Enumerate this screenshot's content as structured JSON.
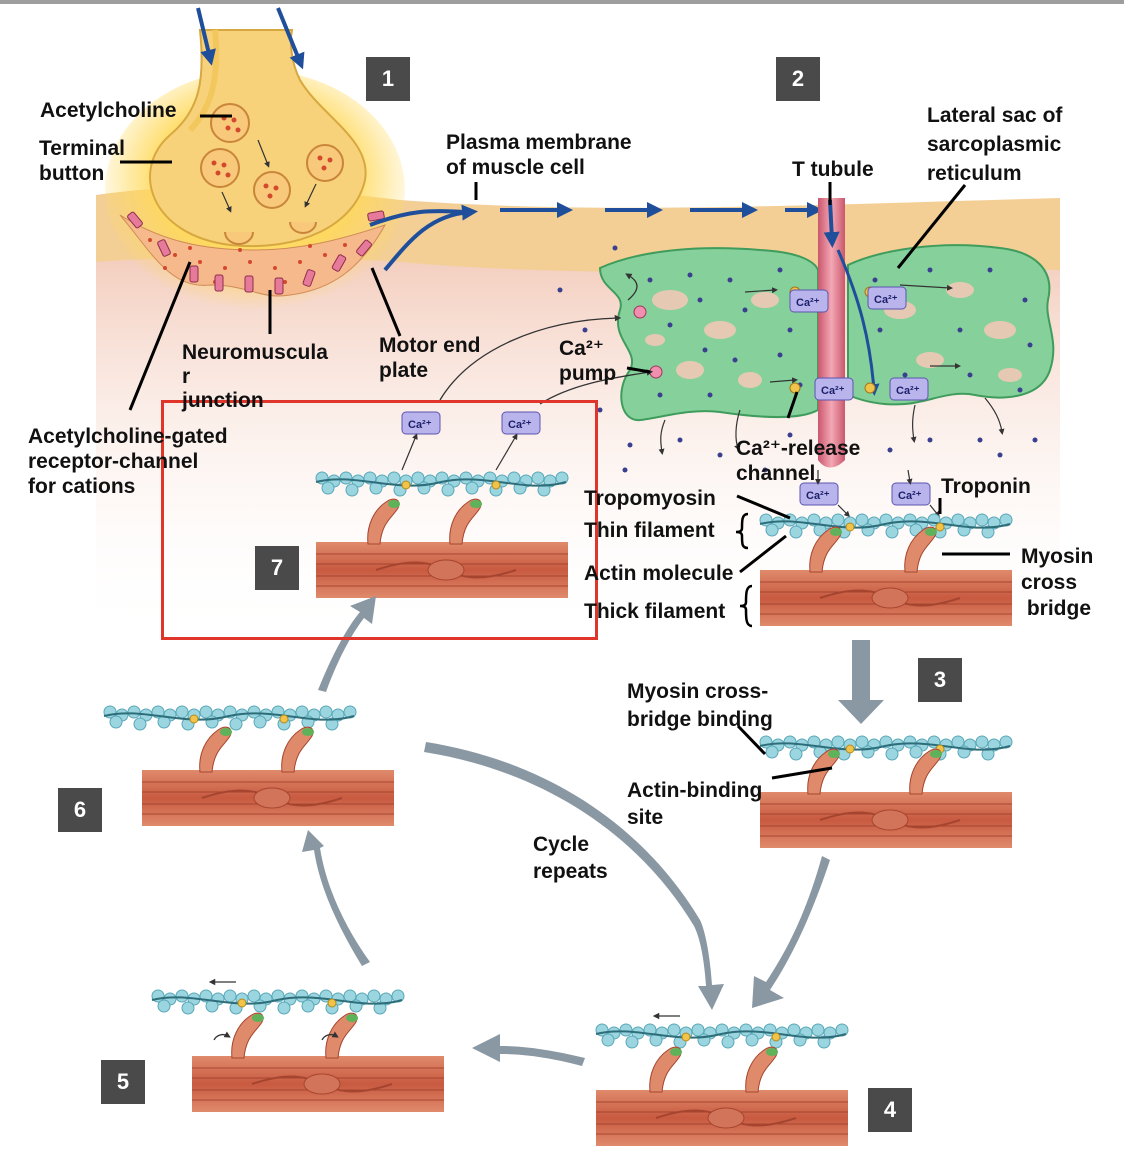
{
  "labels": {
    "acetylcholine": "Acetylcholine",
    "terminal_button": [
      "Terminal",
      "button"
    ],
    "plasma_membrane": [
      "Plasma membrane",
      "of muscle cell"
    ],
    "t_tubule": "T tubule",
    "lateral_sac": [
      "Lateral sac of",
      "sarcoplasmic",
      "reticulum"
    ],
    "neuromuscular_junction": [
      "Neuromuscula",
      "r",
      "junction"
    ],
    "motor_end_plate": [
      "Motor end",
      "plate"
    ],
    "ca_pump": [
      "Ca²⁺",
      "pump"
    ],
    "ach_gated_channel": [
      "Acetylcholine-gated",
      "receptor-channel",
      "for cations"
    ],
    "ca_release_channel": [
      "Ca²⁺-release",
      "channel"
    ],
    "tropomyosin": "Tropomyosin",
    "thin_filament": "Thin filament",
    "actin_molecule": "Actin molecule",
    "thick_filament": "Thick filament",
    "troponin": "Troponin",
    "myosin_cross_bridge": [
      "Myosin",
      "cross",
      " bridge"
    ],
    "myosin_binding": [
      "Myosin cross-",
      "bridge binding"
    ],
    "actin_binding_site": [
      "Actin-binding",
      "site"
    ],
    "cycle_repeats": [
      "Cycle",
      "repeats"
    ],
    "ca_tag": "Ca²⁺"
  },
  "steps": [
    "1",
    "2",
    "3",
    "4",
    "5",
    "6",
    "7"
  ],
  "colors": {
    "membrane": "#f3cf96",
    "cytoplasm": "#f1c9b6",
    "reticulum": "#7fcf94",
    "thick_filament": "#d66e52",
    "thin_filament": "#8fd0dc",
    "arrow_gray": "#8a98a3",
    "signal_blue": "#1f4e9a",
    "highlight": "#e0352b",
    "badge": "#4a4a4a"
  }
}
